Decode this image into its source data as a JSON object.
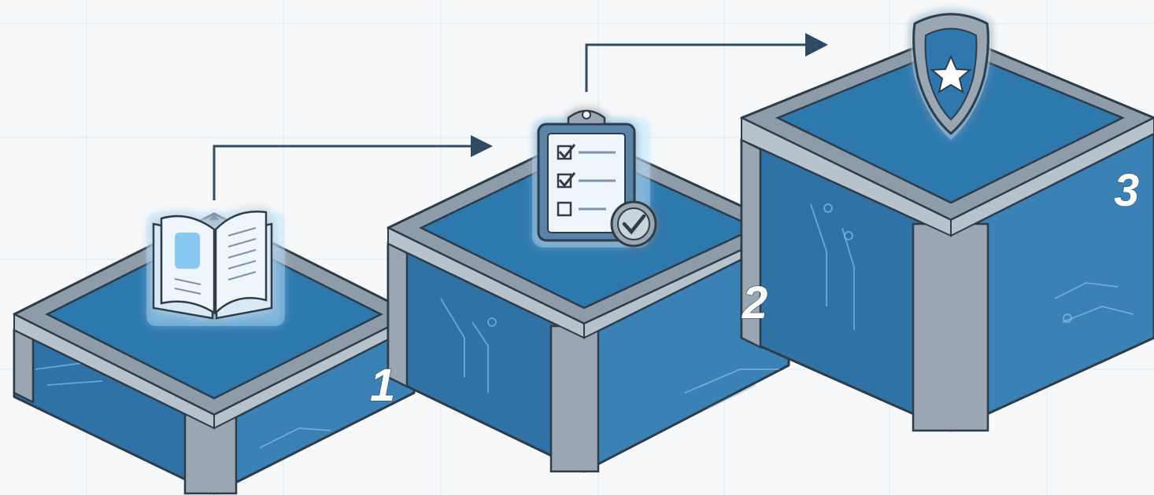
{
  "steps": [
    {
      "number": "1",
      "icon": "book-icon"
    },
    {
      "number": "2",
      "icon": "clipboard-checklist-icon"
    },
    {
      "number": "3",
      "icon": "shield-star-icon"
    }
  ],
  "colors": {
    "background": "#f7f8f9",
    "panel_blue": "#2d78ad",
    "frame_gray": "#8e9ba8",
    "outline": "#2e3c4a",
    "arrow": "#2f4a63",
    "glow": "#bfe4ff"
  }
}
